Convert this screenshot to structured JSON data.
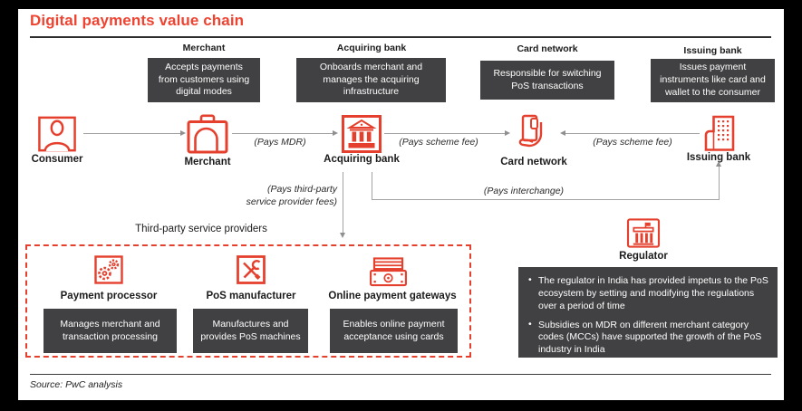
{
  "title": "Digital payments value chain",
  "colors": {
    "accent_red": "#e5402d",
    "title_red": "#ee4331",
    "dark_box": "#414143",
    "arrow_gray": "#a3a3a3"
  },
  "top_row": [
    {
      "label": "Merchant",
      "desc": "Accepts payments from customers using digital modes"
    },
    {
      "label": "Acquiring bank",
      "desc": "Onboards merchant and manages the acquiring infrastructure"
    },
    {
      "label": "Card network",
      "desc": "Responsible for switching PoS transactions"
    },
    {
      "label": "Issuing bank",
      "desc": "Issues payment instruments like card and wallet to the consumer"
    }
  ],
  "flow": {
    "nodes": [
      {
        "label": "Consumer",
        "icon": "consumer-icon"
      },
      {
        "label": "Merchant",
        "icon": "merchant-icon"
      },
      {
        "label": "Acquiring bank",
        "icon": "bank-icon"
      },
      {
        "label": "Card network",
        "icon": "card-network-icon"
      },
      {
        "label": "Issuing bank",
        "icon": "issuing-bank-icon"
      }
    ],
    "edge_labels": {
      "pays_mdr": "(Pays MDR)",
      "pays_scheme_fee_acquiring": "(Pays scheme fee)",
      "pays_scheme_fee_issuing": "(Pays scheme fee)",
      "pays_interchange": "(Pays interchange)",
      "pays_third_party_line1": "(Pays third-party",
      "pays_third_party_line2": "service provider fees)"
    }
  },
  "third_party": {
    "header": "Third-party service providers",
    "items": [
      {
        "label": "Payment processor",
        "desc": "Manages merchant and transaction processing",
        "icon": "gears-icon"
      },
      {
        "label": "PoS manufacturer",
        "desc": "Manufactures and provides PoS machines",
        "icon": "tools-icon"
      },
      {
        "label": "Online payment gateways",
        "desc": "Enables online payment acceptance using cards",
        "icon": "cash-icon"
      }
    ]
  },
  "regulator": {
    "label": "Regulator",
    "icon": "regulator-icon",
    "bullets": [
      "The regulator in India has provided impetus to the PoS ecosystem by setting and modifying the regulations over a period of time",
      "Subsidies on MDR on different merchant category codes (MCCs) have supported the growth of the PoS industry in India"
    ]
  },
  "source": "Source: PwC analysis"
}
